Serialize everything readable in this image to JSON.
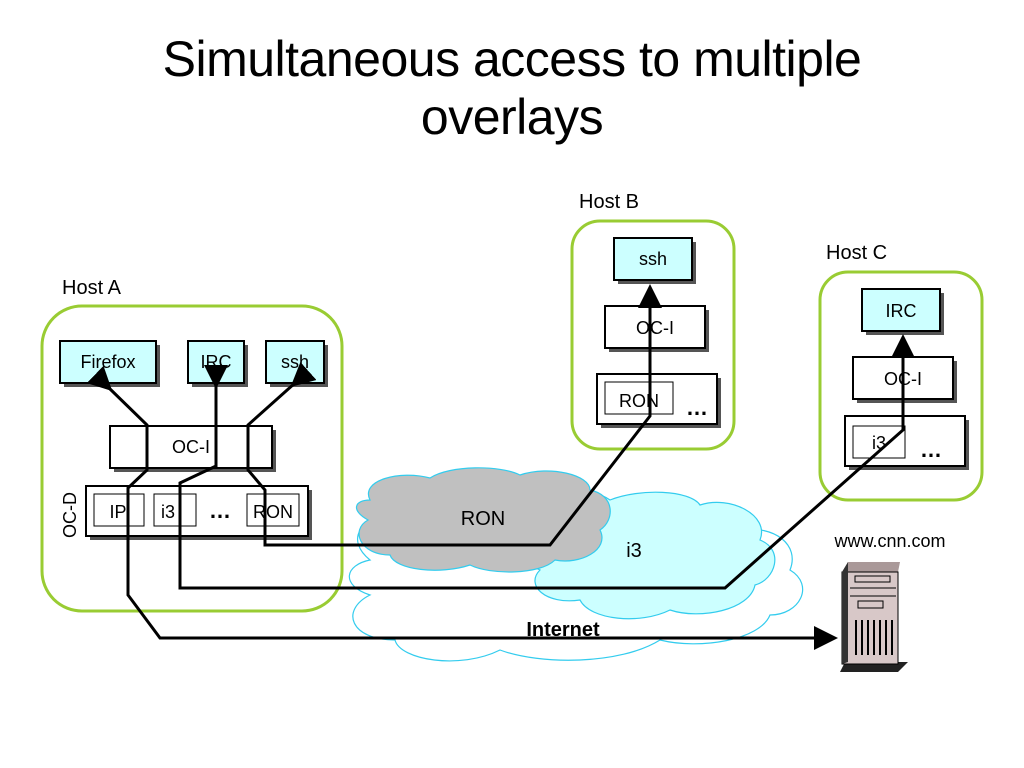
{
  "slide": {
    "title_line1": "Simultaneous access to multiple",
    "title_line2": "overlays"
  },
  "colors": {
    "host_border": "#99cc33",
    "app_fill": "#ccffff",
    "cloud_ron_fill": "#c0c0c0",
    "cloud_i3_fill": "#ccffff",
    "cloud_stroke": "#33ccee",
    "line": "#000000"
  },
  "hosts": {
    "a": {
      "label": "Host A",
      "apps": [
        "Firefox",
        "IRC",
        "ssh"
      ],
      "oci": "OC-I",
      "ocd_label": "OC-D",
      "ocd_items": [
        "IP",
        "i3",
        "RON"
      ],
      "ellipsis": "…"
    },
    "b": {
      "label": "Host B",
      "app": "ssh",
      "oci": "OC-I",
      "ocd_item": "RON",
      "ellipsis": "…"
    },
    "c": {
      "label": "Host C",
      "app": "IRC",
      "oci": "OC-I",
      "ocd_item": "i3",
      "ellipsis": "…"
    }
  },
  "clouds": {
    "ron": "RON",
    "i3": "i3",
    "internet": "Internet"
  },
  "server": {
    "label": "www.cnn.com",
    "icon": "server-tower-icon"
  }
}
